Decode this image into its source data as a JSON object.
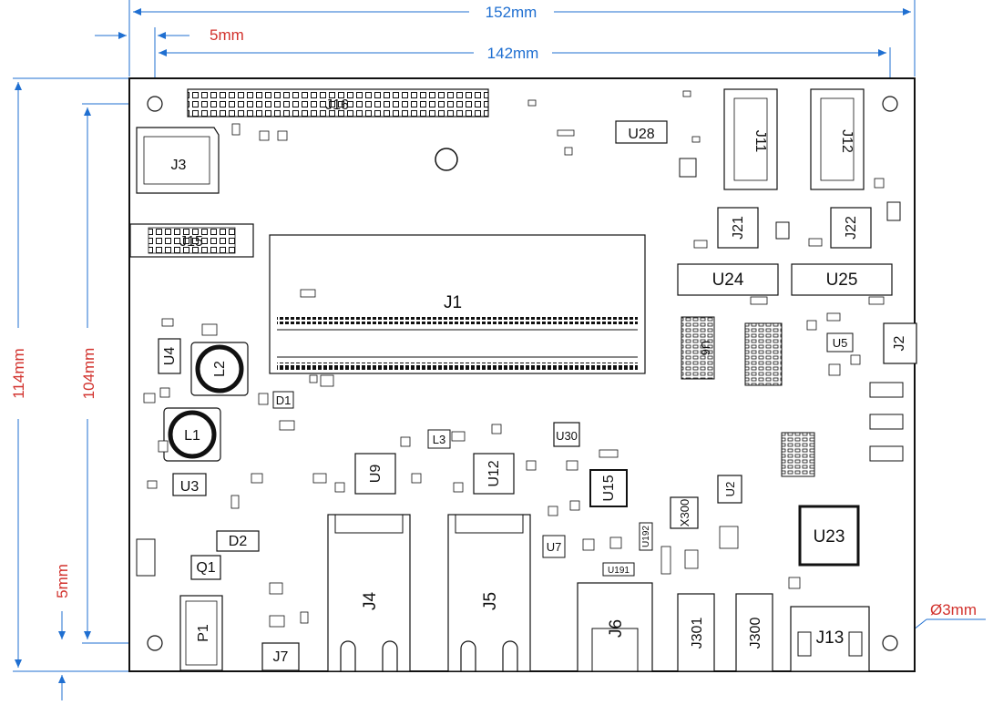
{
  "dimensions": {
    "width_total": "152mm",
    "hole_offset_x": "5mm",
    "hole_span_x": "142mm",
    "height_total": "114mm",
    "hole_span_y": "104mm",
    "hole_offset_y": "5mm",
    "hole_diameter": "Ø3mm"
  },
  "components": {
    "j1": "J1",
    "j3": "J3",
    "j15": "J15",
    "u28": "U28",
    "j11": "J11",
    "j12": "J12",
    "j21": "J21",
    "j22": "J22",
    "u24": "U24",
    "u25": "U25",
    "j2": "J2",
    "u5": "U5",
    "u4": "U4",
    "l2": "L2",
    "l1": "L1",
    "u3": "U3",
    "d1": "D1",
    "l3": "L3",
    "u9": "U9",
    "u12": "U12",
    "u30": "U30",
    "u15": "U15",
    "u23": "U23",
    "j4": "J4",
    "j5": "J5",
    "j6": "J6",
    "j7": "J7",
    "p1": "P1",
    "q1": "Q1",
    "d2": "D2",
    "j301": "J301",
    "j300": "J300",
    "j13": "J13",
    "x300": "X300",
    "u2": "U2",
    "u7": "U7",
    "u191": "U191",
    "u192": "U192",
    "u6": "U6",
    "j16": "J16"
  },
  "colors": {
    "dimension_blue": "#1f6fd1",
    "dimension_red": "#d2322d",
    "outline": "#111111"
  }
}
